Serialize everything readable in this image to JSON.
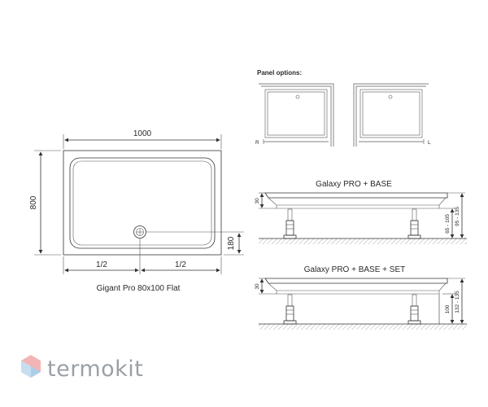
{
  "plan": {
    "width_label": "1000",
    "height_label": "800",
    "half_left": "1/2",
    "half_right": "1/2",
    "drain_offset": "180",
    "caption": "Gigant Pro 80x100 Flat"
  },
  "panels": {
    "title": "Panel options:",
    "right_label": "R",
    "left_label": "L"
  },
  "section_base": {
    "title": "Galaxy PRO + BASE",
    "height_30": "30",
    "range_a": "65 - 105",
    "range_b": "95 - 135"
  },
  "section_set": {
    "title": "Galaxy PRO + BASE + SET",
    "height_30": "30",
    "drain_100": "100",
    "range_c": "132 - 135"
  },
  "brand": {
    "name": "termokit"
  },
  "colors": {
    "line": "#333333",
    "panel_gray": "#9a9a9a",
    "logo_red": "#e87a7a",
    "logo_blue": "#6aa5d6",
    "logo_text": "#9aa0a6"
  }
}
